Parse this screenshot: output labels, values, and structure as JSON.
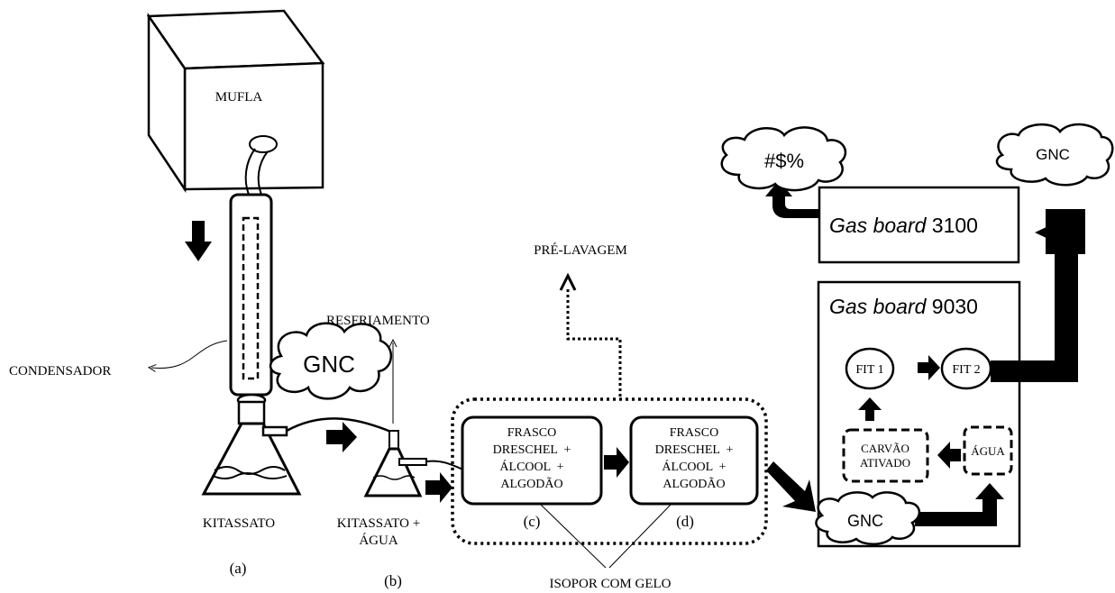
{
  "labels": {
    "mufla": "MUFLA",
    "condensador": "CONDENSADOR",
    "resfriamento": "RESFRIAMENTO",
    "pre_lavagem": "PRÉ-LAVAGEM",
    "kitassato": "KITASSATO",
    "kitassato_agua_1": "KITASSATO +",
    "kitassato_agua_2": "ÁGUA",
    "tag_a": "(a)",
    "tag_b": "(b)",
    "tag_c": "(c)",
    "tag_d": "(d)",
    "isopor": "ISOPOR COM GELO"
  },
  "clouds": {
    "gnc_left": "GNC",
    "gnc_bottom": "GNC",
    "gnc_top_right": "GNC",
    "symbols": "#$%"
  },
  "frascos": {
    "c": [
      "FRASCO",
      "DRESCHEL  +",
      "ÁLCOOL  +",
      "ALGODÃO"
    ],
    "d": [
      "FRASCO",
      "DRESCHEL  +",
      "ÁLCOOL  +",
      "ALGODÃO"
    ]
  },
  "gas_board_3100": {
    "italic": "Gas board",
    "number": " 3100"
  },
  "gas_board_9030": {
    "italic": "Gas board",
    "number": " 9030"
  },
  "filters": {
    "fit1": "FIT 1",
    "fit2": "FIT 2",
    "carvao_1": "CARVÃO",
    "carvao_2": "ATIVADO",
    "agua": "ÁGUA"
  }
}
